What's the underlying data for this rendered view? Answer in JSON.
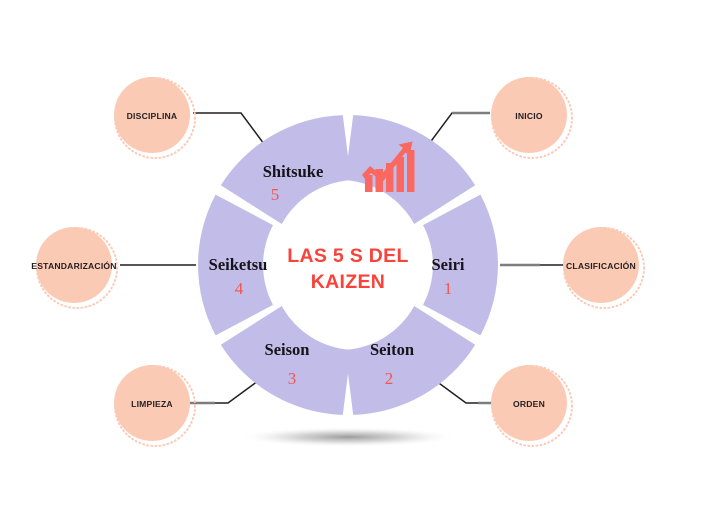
{
  "diagram": {
    "title": "LAS 5 S DEL KAIZEN",
    "center_line1": "LAS 5 S DEL",
    "center_line2": "KAIZEN",
    "colors": {
      "segment": "#c2bce8",
      "node": "#fbcab5",
      "accent_red": "#f9423a",
      "number_red": "#f4554f",
      "icon_red": "#fa6862",
      "text_dark": "#16131a",
      "connector": "#231f20",
      "stub": "#7d7d7d",
      "background": "#ffffff"
    },
    "icon": {
      "name": "growth-chart-arrow-icon",
      "bars": 5
    },
    "segments": [
      {
        "id": "icon",
        "label": "",
        "number": "",
        "has_icon": true
      },
      {
        "id": "seiri",
        "label": "Seiri",
        "number": "1",
        "has_icon": false
      },
      {
        "id": "seiton",
        "label": "Seiton",
        "number": "2",
        "has_icon": false
      },
      {
        "id": "seison",
        "label": "Seison",
        "number": "3",
        "has_icon": false
      },
      {
        "id": "seiketsu",
        "label": "Seiketsu",
        "number": "4",
        "has_icon": false
      },
      {
        "id": "shitsuke",
        "label": "Shitsuke",
        "number": "5",
        "has_icon": false
      }
    ],
    "nodes": [
      {
        "id": "inicio",
        "label": "INICIO"
      },
      {
        "id": "clasificacion",
        "label": "CLASIFICACIÓN"
      },
      {
        "id": "orden",
        "label": "ORDEN"
      },
      {
        "id": "limpieza",
        "label": "LIMPIEZA"
      },
      {
        "id": "estandarizacion",
        "label": "ESTANDARIZACIÓN"
      },
      {
        "id": "disciplina",
        "label": "DISCIPLINA"
      }
    ]
  }
}
